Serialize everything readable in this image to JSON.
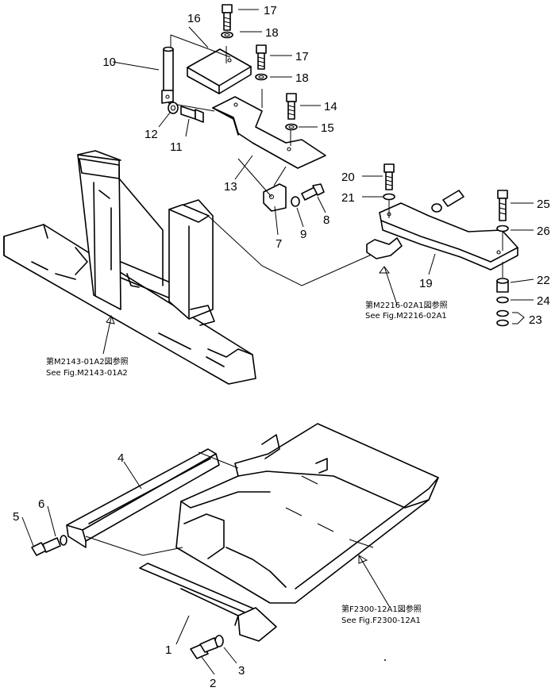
{
  "callouts": {
    "c1": "1",
    "c2": "2",
    "c3": "3",
    "c4": "4",
    "c5": "5",
    "c6": "6",
    "c7": "7",
    "c8": "8",
    "c9": "9",
    "c10": "10",
    "c11": "11",
    "c12": "12",
    "c13": "13",
    "c14": "14",
    "c15": "15",
    "c16": "16",
    "c17a": "17",
    "c17b": "17",
    "c18a": "18",
    "c18b": "18",
    "c19": "19",
    "c20": "20",
    "c21": "21",
    "c22": "22",
    "c23": "23",
    "c24": "24",
    "c25": "25",
    "c26": "26"
  },
  "references": {
    "m2216_jp": "第M2216-02A1図参照",
    "m2216_en": "See Fig.M2216-02A1",
    "m2143_jp": "第M2143-01A2図参照",
    "m2143_en": "See Fig.M2143-01A2",
    "f2300_jp": "第F2300-12A1図参照",
    "f2300_en": "See Fig.F2300-12A1"
  }
}
